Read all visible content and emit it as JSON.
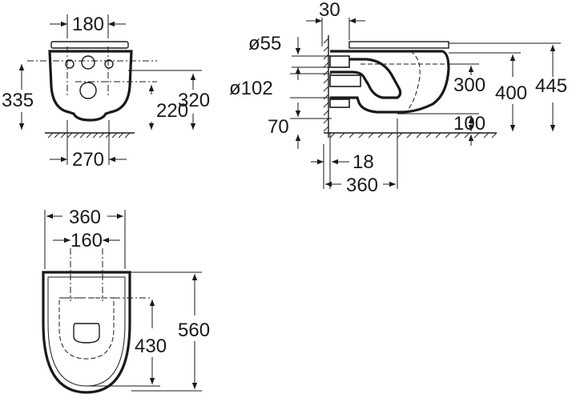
{
  "front_view": {
    "width_top": "180",
    "height_335": "335",
    "height_220": "220",
    "height_320": "320",
    "width_bottom": "270"
  },
  "side_view": {
    "wall_30": "30",
    "dia_55": "ø55",
    "dia_102": "ø102",
    "height_70": "70",
    "height_300": "300",
    "height_400": "400",
    "height_445": "445",
    "height_100": "100",
    "depth_18": "18",
    "depth_360": "360"
  },
  "top_view": {
    "width_360": "360",
    "width_160": "160",
    "length_430": "430",
    "length_560": "560"
  }
}
